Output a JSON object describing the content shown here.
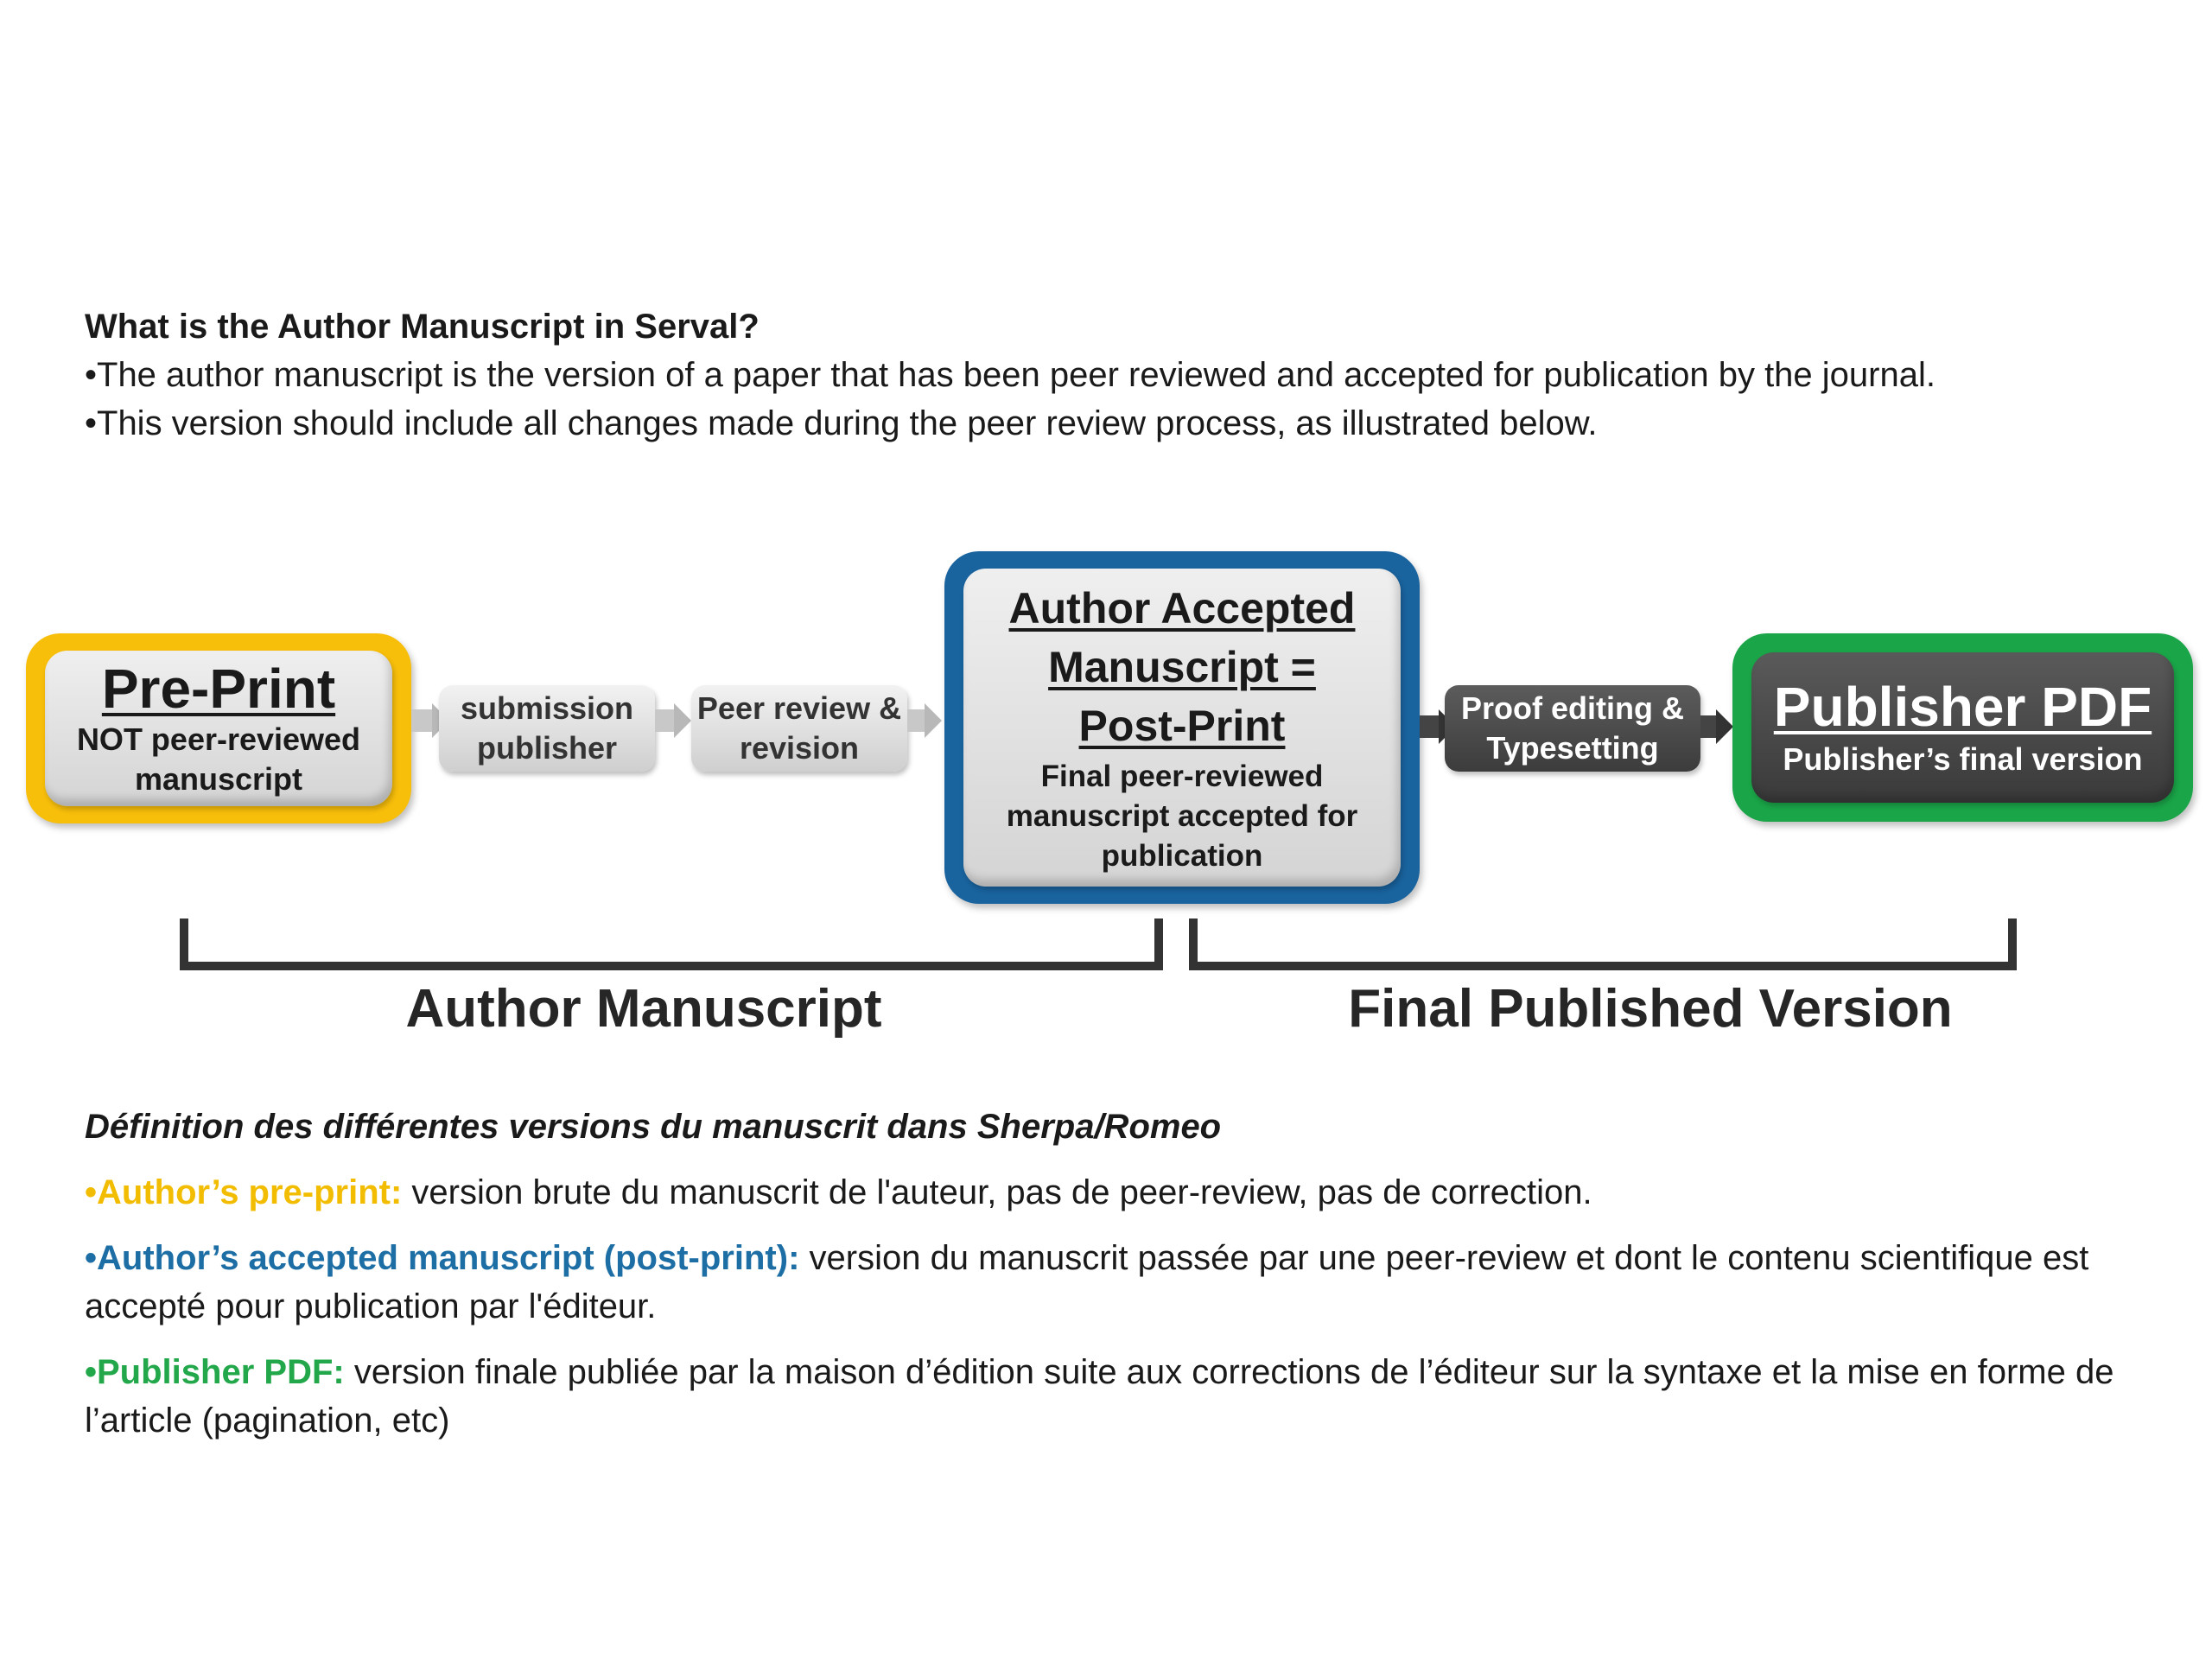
{
  "intro": {
    "title": "What is the Author Manuscript in Serval?",
    "bullet1": "•The author manuscript is the version of a paper that has been peer reviewed and accepted for publication by the journal.",
    "bullet2": "•This version should include all changes made during the peer review process, as illustrated below."
  },
  "diagram": {
    "preprint": {
      "title": "Pre-Print",
      "subtitle": "NOT peer-reviewed manuscript"
    },
    "step_submission": "submission publisher",
    "step_peer_review": "Peer review & revision",
    "aam": {
      "title_line1": "Author Accepted",
      "title_line2": "Manuscript =",
      "title_line3": "Post-Print",
      "subtitle": "Final peer-reviewed manuscript accepted for publication"
    },
    "step_proof": "Proof editing & Typesetting",
    "publisher_pdf": {
      "title": "Publisher PDF",
      "subtitle": "Publisher’s final version"
    },
    "bracket_left_label": "Author Manuscript",
    "bracket_right_label": "Final Published Version"
  },
  "definitions": {
    "title": "Définition des différentes versions du manuscrit dans Sherpa/Romeo",
    "items": [
      {
        "label": "•Author’s pre-print:",
        "text": " version brute du manuscrit de l'auteur, pas de peer-review, pas de correction.",
        "color": "#f2bd00"
      },
      {
        "label": "•Author’s accepted manuscript (post-print):",
        "text": " version du manuscrit passée par une peer-review et dont le contenu scientifique est accepté pour publication par l'éditeur.",
        "color": "#1c6ea4"
      },
      {
        "label": "•Publisher PDF:",
        "text": " version finale publiée par la maison d’édition suite aux corrections de l’éditeur sur la syntaxe et la mise en forme de l’article (pagination, etc)",
        "color": "#22a84a"
      }
    ]
  },
  "colors": {
    "preprint_border": "#f7be0a",
    "aam_border": "#19639e",
    "pdf_border": "#1aa548"
  }
}
